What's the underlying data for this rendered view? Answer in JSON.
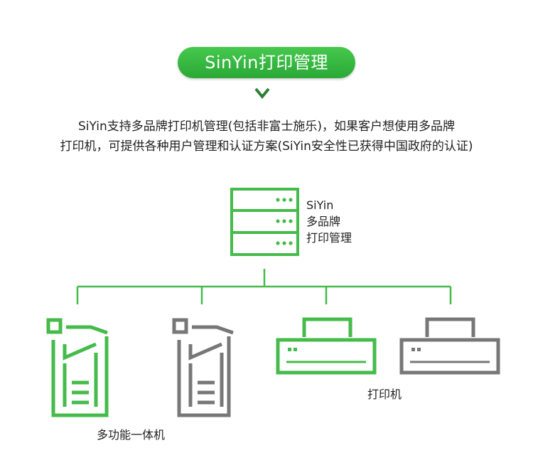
{
  "header": {
    "title": "SinYin打印管理"
  },
  "description": {
    "line1": "SiYin支持多品牌打印机管理(包括非富士施乐)，如果客户想使用多品牌",
    "line2": "打印机，可提供各种用户管理和认证方案(SiYin安全性已获得中国政府的认证)"
  },
  "diagram": {
    "server_label_lines": [
      "SiYin",
      "多品牌",
      "打印管理"
    ],
    "mfp_label": "多功能一体机",
    "printer_label": "打印机"
  },
  "colors": {
    "green": "#44bb4a",
    "gray": "#777777",
    "title_bg": "#34b53f"
  },
  "icons": {
    "server": "server-rack-icon",
    "mfp": "multifunction-printer-icon",
    "printer": "desktop-printer-icon"
  }
}
